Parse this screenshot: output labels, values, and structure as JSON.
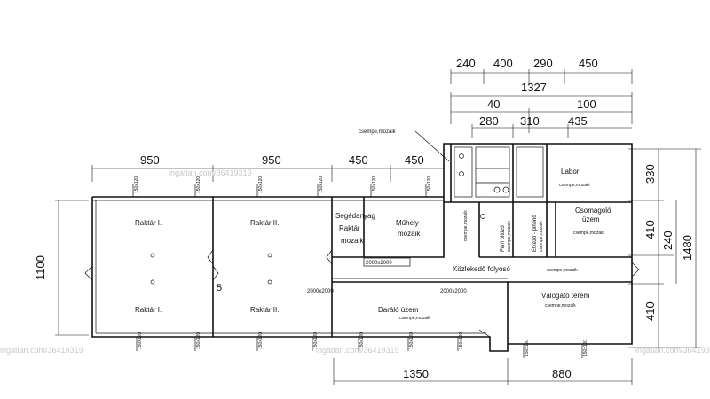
{
  "dims": {
    "top_row1": [
      "240",
      "400",
      "290",
      "450"
    ],
    "top_total": "1327",
    "top_row2a": [
      "40",
      "100"
    ],
    "top_row3": [
      "280",
      "310",
      "435"
    ],
    "main_row": [
      "950",
      "950",
      "450",
      "450"
    ],
    "left": "1100",
    "right_parts": [
      "330",
      "410",
      "410"
    ],
    "right_mid": "240",
    "right_total": "1480",
    "bottom": [
      "1350",
      "880"
    ]
  },
  "rooms": {
    "raktar1_a": "Raktár I.",
    "raktar2_a": "Raktár II.",
    "raktar1_b": "Raktár I.",
    "raktar2_b": "Raktár II.",
    "segedanyag": [
      "Segédanyag",
      "Raktár",
      "mozaik"
    ],
    "muhely": [
      "Műhely",
      "mozaik"
    ],
    "kozlekedo": "Közlekedő folyosó",
    "daralo": "Daráló üzem",
    "valogato": "Válogató terem",
    "labor": "Labor",
    "csomagolo": [
      "Csomagoló",
      "üzem"
    ],
    "ferfi": [
      "Férfi öltöző",
      "csempe,mozaik"
    ],
    "etkezo": [
      "Étkező - pihenő",
      "csempe,mozaik"
    ]
  },
  "notes": {
    "leader": "csempe,mozaik",
    "cm": "csempe,mozaik",
    "door": "2000x2000",
    "col5": "5",
    "window": "150x120"
  },
  "watermarks": [
    "ingatlan.com/36419319",
    "ingatlan.com/36419319",
    "ingatlan.com/36419319",
    "ingatlan.com/36419319"
  ]
}
